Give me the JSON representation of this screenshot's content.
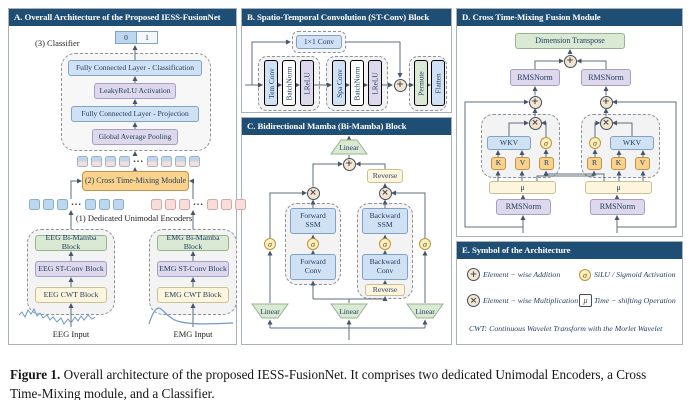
{
  "panelA": {
    "title": "A. Overall Architecture of the Proposed IESS-FusionNet",
    "classifier_label": "(3) Classifier",
    "bits": [
      "0",
      "1"
    ],
    "fc_classification": "Fully Connected Layer - Classification",
    "leakyrelu": "LeakyReLU Activation",
    "fc_projection": "Fully Connected Layer - Projection",
    "gap": "Global Average Pooling",
    "mixing_module": "(2) Cross Time-Mixing Module",
    "encoders_label": "(1) Dedicated Unimodal Encoders",
    "eeg_blocks": [
      "EEG Bi-Mamba Block",
      "EEG ST-Conv Block",
      "EEG CWT Block"
    ],
    "emg_blocks": [
      "EMG Bi-Mamba Block",
      "EMG ST-Conv Block",
      "EMG CWT Block"
    ],
    "eeg_input": "EEG Input",
    "emg_input": "EMG Input",
    "dots": "···"
  },
  "panelB": {
    "title": "B. Spatio-Temporal Convolution (ST-Conv) Block",
    "conv1x1": "1×1 Conv",
    "group1": [
      "Tem Conv",
      "BatchNorm",
      "LReLU"
    ],
    "group2": [
      "Spa Conv",
      "BatchNorm",
      "LReLU"
    ],
    "group3": [
      "Permute",
      "Flatten"
    ]
  },
  "panelC": {
    "title": "C. Bidirectional Mamba (Bi-Mamba) Block",
    "linear": "Linear",
    "reverse": "Reverse",
    "forward_ssm": "Forward SSM",
    "backward_ssm": "Backward SSM",
    "forward_conv": "Forward Conv",
    "backward_conv": "Backward Conv"
  },
  "panelD": {
    "title": "D. Cross Time-Mixing Fusion Module",
    "dim_transpose": "Dimension Transpose",
    "rmsnorm": "RMSNorm",
    "wkv": "WKV",
    "k": "K",
    "v": "V",
    "r": "R",
    "mu": "μ"
  },
  "ops": {
    "plus": "+",
    "times": "×",
    "sigma": "σ",
    "mu": "μ"
  },
  "panelE": {
    "title": "E. Symbol of the Architecture",
    "add_label": "Element − wise Addition",
    "mul_label": "Element − wise Multiplication",
    "silu_label": "SiLU / Sigmoid Activation",
    "shift_label": "Time − shifting Operation",
    "cwt_note": "CWT:  Continuous Wavelet Transform with the Morlet Wavelet"
  },
  "caption": {
    "label": "Figure 1.",
    "text": " Overall architecture of the proposed IESS-FusionNet. It comprises two dedicated Unimodal Encoders, a Cross Time-Mixing module, and a Classifier."
  },
  "colors": {
    "header_navy": "#1f4e74",
    "box_blue": "#cfe1f3",
    "box_lavender": "#ded8ec",
    "box_green": "#d9e9d3",
    "box_cream": "#fdf6dd",
    "box_amber": "#fbd28c",
    "token_blue": "#bdd7ee",
    "token_pink": "#f8dedb",
    "op_fill": "#f7e5cb",
    "sigma_fill": "#fdf0bd"
  }
}
